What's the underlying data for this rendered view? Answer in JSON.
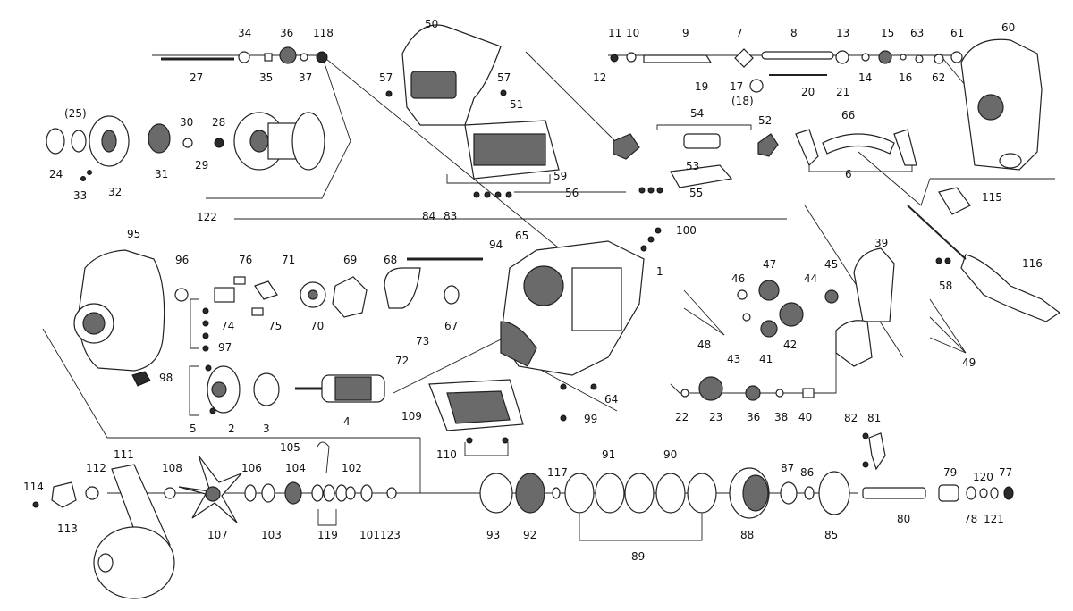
{
  "labels": {
    "p1": "1",
    "p2": "2",
    "p3": "3",
    "p4": "4",
    "p5": "5",
    "p6": "6",
    "p7": "7",
    "p8": "8",
    "p9": "9",
    "p10": "10",
    "p11": "11",
    "p12": "12",
    "p13": "13",
    "p14": "14",
    "p15": "15",
    "p16": "16",
    "p17": "17",
    "p18": "(18)",
    "p19": "19",
    "p20": "20",
    "p21": "21",
    "p22": "22",
    "p23": "23",
    "p24": "24",
    "p25": "(25)",
    "p27": "27",
    "p28": "28",
    "p29": "29",
    "p30": "30",
    "p31": "31",
    "p32": "32",
    "p33": "33",
    "p34": "34",
    "p35": "35",
    "p36a": "36",
    "p36b": "36",
    "p37": "37",
    "p38": "38",
    "p39": "39",
    "p40": "40",
    "p41": "41",
    "p42": "42",
    "p43": "43",
    "p44": "44",
    "p45": "45",
    "p46": "46",
    "p47": "47",
    "p48": "48",
    "p49": "49",
    "p50": "50",
    "p51": "51",
    "p52": "52",
    "p53": "53",
    "p54": "54",
    "p55": "55",
    "p56": "56",
    "p57a": "57",
    "p57b": "57",
    "p58": "58",
    "p59": "59",
    "p60": "60",
    "p61": "61",
    "p62": "62",
    "p63": "63",
    "p64": "64",
    "p65": "65",
    "p66": "66",
    "p67": "67",
    "p68": "68",
    "p69": "69",
    "p70": "70",
    "p71": "71",
    "p72": "72",
    "p73": "73",
    "p74": "74",
    "p75": "75",
    "p76": "76",
    "p77": "77",
    "p78": "78",
    "p79": "79",
    "p80": "80",
    "p81": "81",
    "p82": "82",
    "p83": "83",
    "p84": "84",
    "p85": "85",
    "p86": "86",
    "p87": "87",
    "p88": "88",
    "p89": "89",
    "p90": "90",
    "p91": "91",
    "p92": "92",
    "p93": "93",
    "p94": "94",
    "p95": "95",
    "p96": "96",
    "p97": "97",
    "p98": "98",
    "p99": "99",
    "p100": "100",
    "p101": "101",
    "p102": "102",
    "p103": "103",
    "p104": "104",
    "p105": "105",
    "p106": "106",
    "p107": "107",
    "p108": "108",
    "p109": "109",
    "p110": "110",
    "p111": "111",
    "p112": "112",
    "p113": "113",
    "p114": "114",
    "p115": "115",
    "p116": "116",
    "p117": "117",
    "p118": "118",
    "p119": "119",
    "p120": "120",
    "p121": "121",
    "p122": "122",
    "p123": "123"
  }
}
